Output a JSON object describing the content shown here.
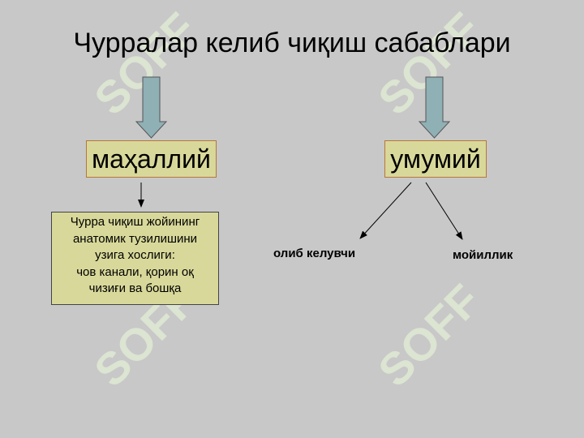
{
  "title": "Чурралар келиб чиқиш сабаблари",
  "branches": {
    "local": {
      "label": "маҳаллий"
    },
    "general": {
      "label": "умумий"
    }
  },
  "description": {
    "lines": [
      "Чурра чиқиш жойининг",
      "анатомик тузилишини",
      "узига хослиги:",
      "чов канали, қорин оқ",
      "чизиғи ва бошқа"
    ]
  },
  "sub_causes": {
    "carrier": "олиб келувчи",
    "fatty": "мойиллик"
  },
  "watermark": "SOFF",
  "colors": {
    "background": "#c8c8c8",
    "box_fill": "#d8d89a",
    "box_border": "#b7763a",
    "arrow_fill": "#8fb0b5",
    "watermark": "#dfe8d4"
  }
}
